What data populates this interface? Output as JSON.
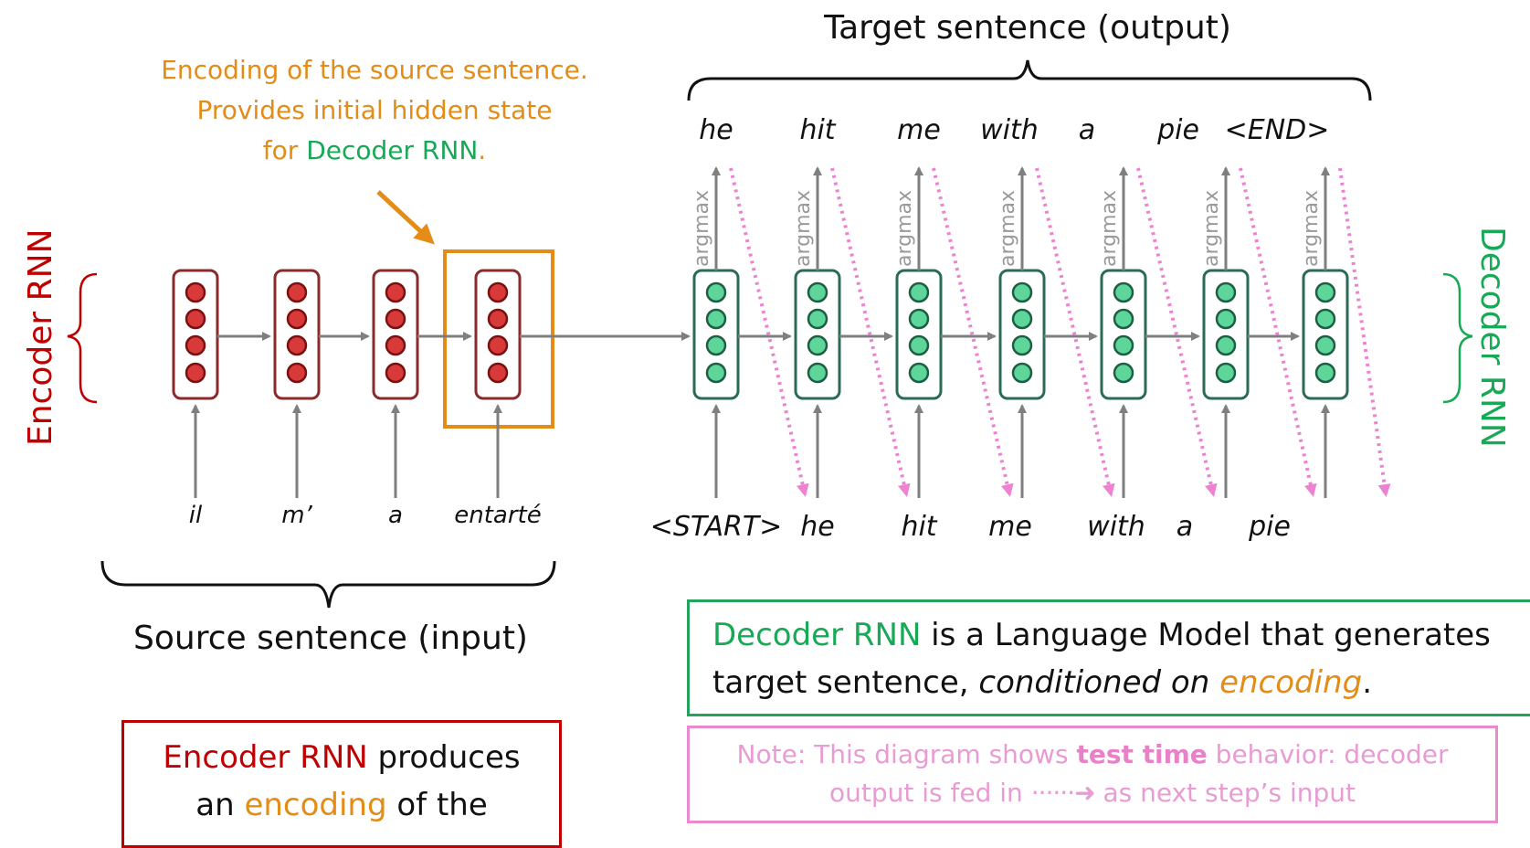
{
  "title_target": "Target sentence (output)",
  "title_source": "Source sentence (input)",
  "encoder_label": "Encoder RNN",
  "decoder_label": "Decoder RNN",
  "encoding_caption": {
    "line1": "Encoding of the source sentence.",
    "line2": "Provides initial hidden state",
    "line3_prefix": "for ",
    "line3_green": "Decoder RNN",
    "line3_suffix": "."
  },
  "source_words": [
    "il",
    "m’",
    "a",
    "entarté"
  ],
  "decoder_inputs": [
    "<START>",
    "he",
    "hit",
    "me",
    "with",
    "a",
    "pie"
  ],
  "decoder_outputs": [
    "he",
    "hit",
    "me",
    "with",
    "a",
    "pie",
    "<END>"
  ],
  "argmax_label": "argmax",
  "encoder_box": {
    "part1_red": "Encoder RNN",
    "part2": " produces",
    "part3": "an ",
    "part4_orange": "encoding",
    "part5": " of the"
  },
  "decoder_box": {
    "part1_green": "Decoder RNN",
    "part2": " is a Language Model that generates",
    "part3": "target sentence, ",
    "part4_italic": "conditioned on ",
    "part5_orange": "encoding",
    "part6": "."
  },
  "note_box": {
    "part1": "Note: This diagram shows ",
    "part2_bold": "test time",
    "part3": " behavior: decoder",
    "part4": "output is fed in ",
    "part5_arrow": "······➜",
    "part6": "  as next step’s input"
  },
  "colors": {
    "encoder": "#c00000",
    "decoder": "#18a956",
    "encoding": "#e38c17",
    "note": "#e99bd3",
    "arrow": "#7f7f7f"
  }
}
